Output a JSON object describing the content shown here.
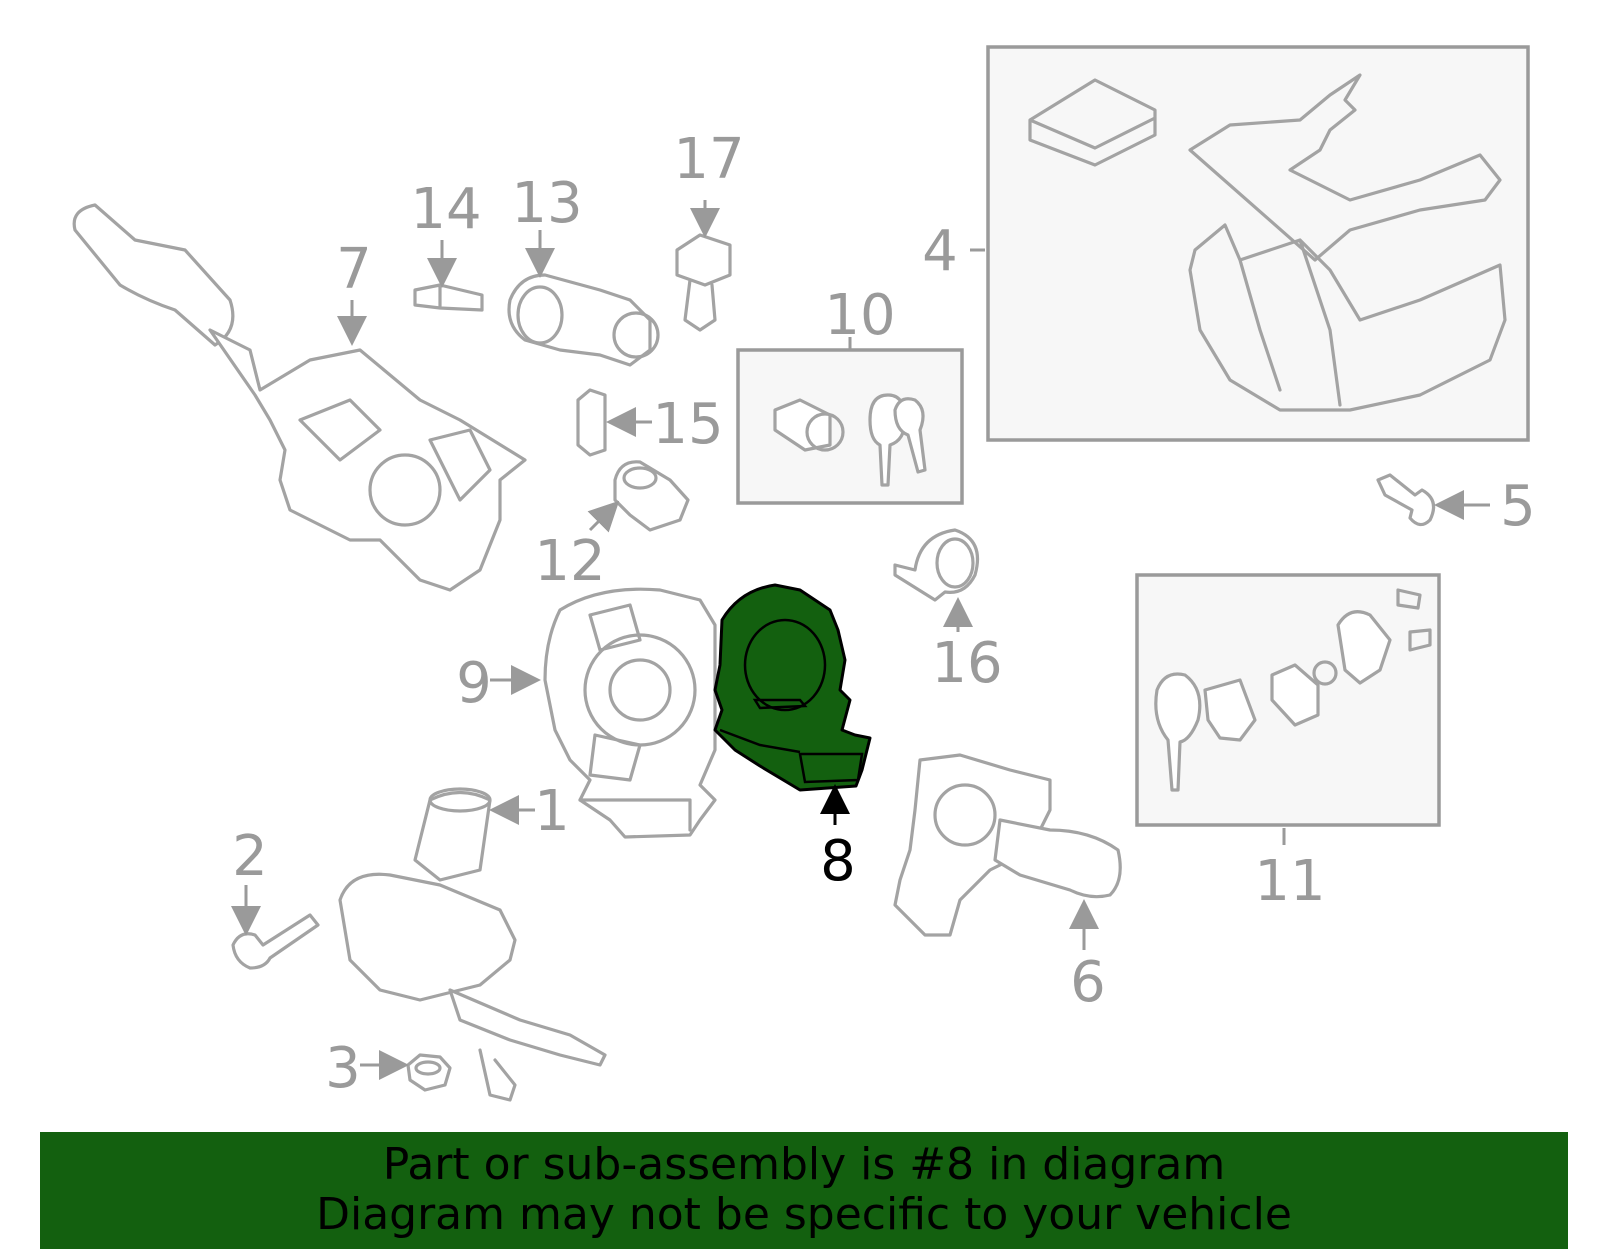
{
  "callouts": {
    "c1": "1",
    "c2": "2",
    "c3": "3",
    "c4": "4",
    "c5": "5",
    "c6": "6",
    "c7": "7",
    "c8": "8",
    "c9": "9",
    "c10": "10",
    "c11": "11",
    "c12": "12",
    "c13": "13",
    "c14": "14",
    "c15": "15",
    "c16": "16",
    "c17": "17"
  },
  "highlighted_part": "8",
  "banner": {
    "line1": "Part or sub-assembly is #8 in diagram",
    "line2": "Diagram may not be specific to your vehicle"
  },
  "colors": {
    "highlight": "#13600f",
    "parts": "#a3a3a3",
    "labels": "#9a9a9a"
  }
}
